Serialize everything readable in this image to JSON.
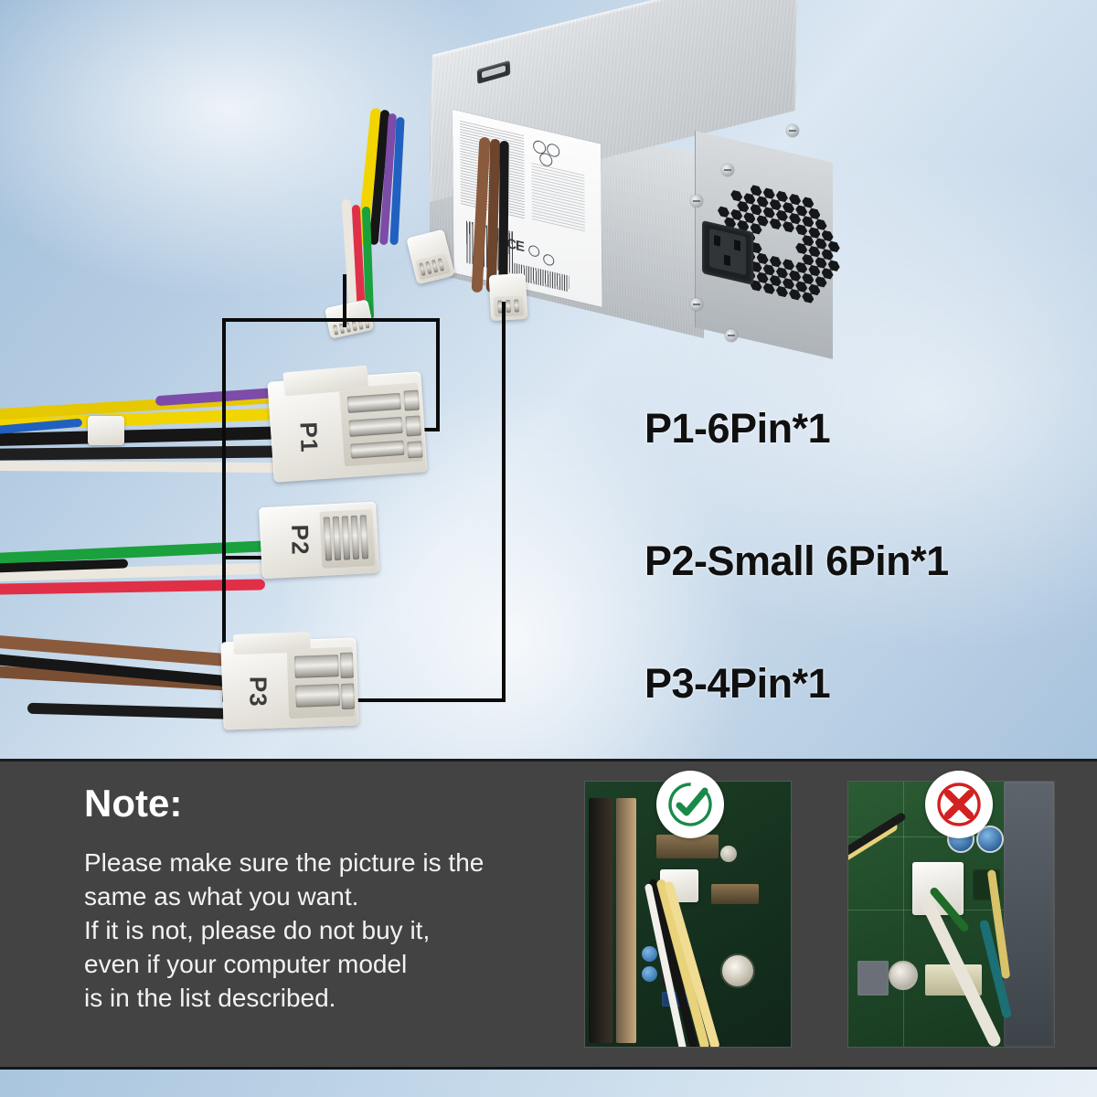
{
  "product": {
    "psu": {
      "label_marks": [
        "CE"
      ],
      "connector_ids": [
        "P1",
        "P2",
        "P3"
      ]
    },
    "specs": [
      {
        "id": "p1",
        "text": "P1-6Pin*1"
      },
      {
        "id": "p2",
        "text": "P2-Small 6Pin*1"
      },
      {
        "id": "p3",
        "text": "P3-4Pin*1"
      }
    ],
    "cable_colors": {
      "p1": [
        "#f2d400",
        "#141414",
        "#7d4ba8",
        "#2060c0",
        "#e8e4dc"
      ],
      "p2": [
        "#1aa03c",
        "#e8e4dc",
        "#e03048",
        "#141414"
      ],
      "p3": [
        "#8a5a3c",
        "#141414"
      ]
    },
    "background": {
      "accent": "#9fbdd9",
      "highlight": "#dce8f3"
    }
  },
  "note": {
    "title": "Note:",
    "lines": [
      "Please make sure the picture is the",
      "same as what you want.",
      "If it is not, please do not buy it,",
      "even if your computer model",
      "is in the list described."
    ],
    "panel_color": "#434343",
    "photos": [
      {
        "id": "good",
        "badge": "check-icon",
        "badge_color": "#1a8a4a",
        "caption": ""
      },
      {
        "id": "bad",
        "badge": "cross-icon",
        "badge_color": "#d32020",
        "caption": ""
      }
    ]
  }
}
